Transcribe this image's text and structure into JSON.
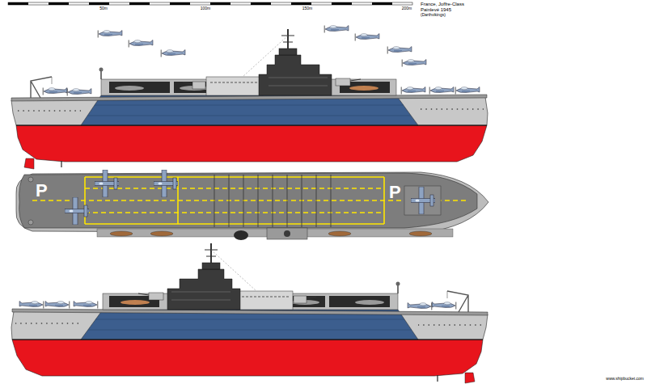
{
  "diagram": {
    "labels": [
      "France, Joffre-Class",
      "Painlevé 1945",
      "(Darthvikings)",
      "50m",
      "100m",
      "150m",
      "200m",
      "P",
      "P",
      "www.shipbucket.com"
    ]
  }
}
